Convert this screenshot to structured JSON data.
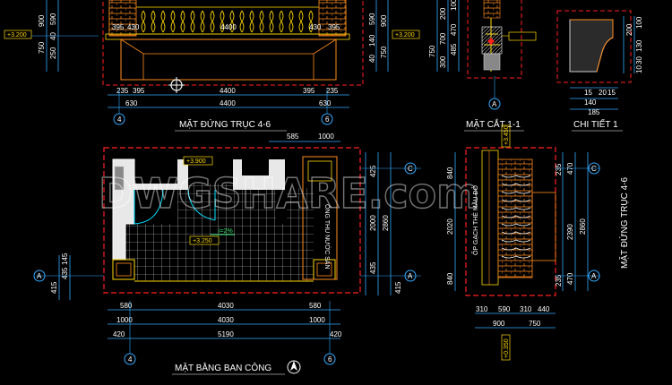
{
  "titles": {
    "elev_top": "MẶT ĐỨNG TRỤC 4-6",
    "section": "MẶT CẮT 1-1",
    "detail": "CHI TIẾT 1",
    "elev_right": "MẶT ĐỨNG TRỤC 4-6",
    "plan": "MẶT BẰNG BAN CÔNG"
  },
  "watermark": "DWGSHARE.com",
  "notes": {
    "tile_note": "ỐP GẠCH THẺ MẦU ĐỎ",
    "pipe_note": "ỐNG THU NƯỚC SÀN",
    "slope": "i=2%"
  },
  "levels": {
    "top1": "+3.200",
    "top2": "+3.200",
    "plan1": "+3.900",
    "plan2": "+3.250",
    "right1": "+0.350",
    "right2": "+3.450"
  },
  "elev_top_dims": {
    "left_vertical": [
      "900",
      "590",
      "40",
      "250",
      "750"
    ],
    "right_vertical": [
      "900",
      "590",
      "140",
      "40",
      "750"
    ],
    "top_row": [
      "395",
      "430",
      "4400",
      "430",
      "395"
    ],
    "row1": [
      "235",
      "395",
      "4400",
      "395",
      "235"
    ],
    "row2": [
      "630",
      "4400",
      "630"
    ],
    "axis_left": "4",
    "axis_right": "6"
  },
  "section_dims": {
    "left_vertical": [
      "200",
      "100",
      "470",
      "700",
      "485",
      "300",
      "750"
    ],
    "axis": "A"
  },
  "detail_dims": {
    "vertical": [
      "100",
      "200",
      "130",
      "30",
      "10"
    ],
    "horizontal": [
      "15",
      "20",
      "15",
      "140",
      "185"
    ]
  },
  "plan_dims": {
    "top": [
      "585",
      "1000"
    ],
    "left_vertical": [
      "415",
      "435",
      "145"
    ],
    "right_vertical": [
      "425",
      "2000",
      "435"
    ],
    "right_total": [
      "2860",
      "415"
    ],
    "bottom_row1": [
      "580",
      "4030",
      "580"
    ],
    "bottom_row2": [
      "1000",
      "4030",
      "1000"
    ],
    "bottom_row3": [
      "420",
      "5190",
      "420"
    ],
    "axis_left": "4",
    "axis_right": "6",
    "axis_c": "C",
    "axis_a": "A"
  },
  "elev_right_dims": {
    "left_vertical": [
      "840",
      "2020",
      "840"
    ],
    "right_vertical": [
      "470",
      "235",
      "2390",
      "470",
      "235"
    ],
    "right_total": "2860",
    "bottom_row1": [
      "310",
      "590",
      "310",
      "440"
    ],
    "bottom_row2": [
      "900",
      "750"
    ],
    "axis_c": "C",
    "axis_a": "A"
  },
  "colors": {
    "wall": "#e8e8e8",
    "red": "#ff2020",
    "dim": "#33aaff",
    "yellow": "#ffd800",
    "orange": "#ff9020",
    "green": "#30e070",
    "cyan": "#00e0ff"
  }
}
